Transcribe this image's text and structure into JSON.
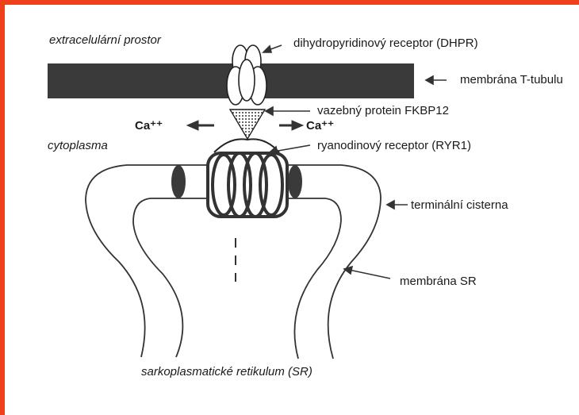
{
  "labels": {
    "extracellular": "extracelulární prostor",
    "dhpr": "dihydropyridinový receptor (DHPR)",
    "t_tubule_membrane": "membrána T-tubulu",
    "fkbp12": "vazebný protein FKBP12",
    "ca_left": "Ca⁺⁺",
    "ca_right": "Ca⁺⁺",
    "cytoplasm": "cytoplasma",
    "ryr1": "ryanodinový receptor (RYR1)",
    "terminal_cistern": "terminální cisterna",
    "sr_membrane": "membrána SR",
    "sr": "sarkoplasmatické retikulum (SR)"
  },
  "colors": {
    "frame_accent": "#f0401a",
    "membrane": "#3a3a3a",
    "ink": "#1a1a1a"
  }
}
